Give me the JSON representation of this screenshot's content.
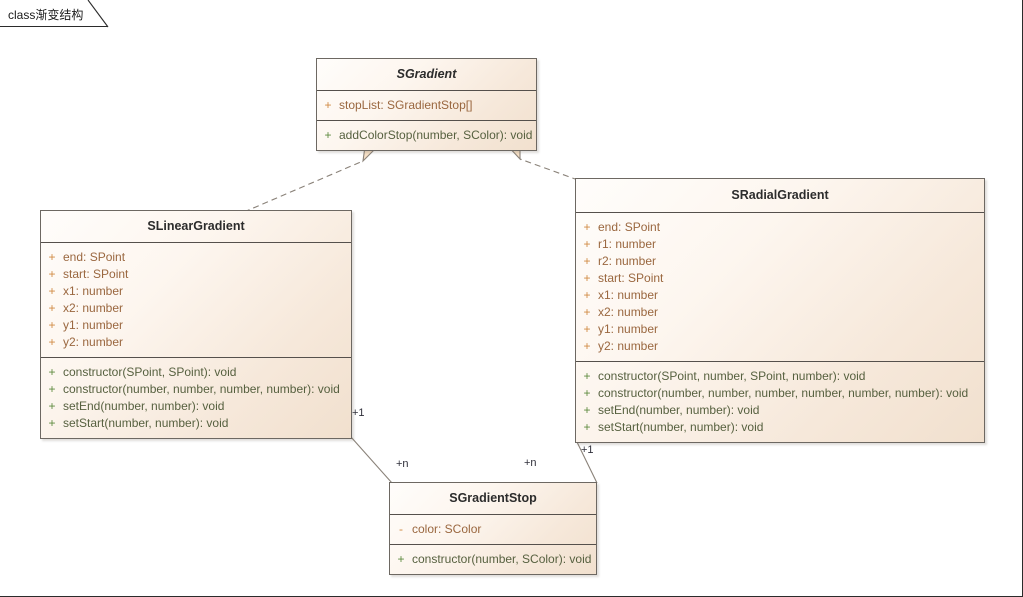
{
  "diagram": {
    "tab_label": "class渐变结构",
    "tab_prefix": "class",
    "tab_name": "渐变结构",
    "colors": {
      "box_border": "#6d6862",
      "separator": "#55504c",
      "fill_light": "#fffdfb",
      "fill_dark": "#f1e0ce",
      "title_text": "#2c2c2c",
      "attribute_text": "#9a673f",
      "attribute_visibility": "#d08a43",
      "operation_text": "#56603f",
      "operation_visibility": "#5d8a3e",
      "connector": "#8a8279",
      "multiplicity_text": "#2f2f3a"
    }
  },
  "classes": [
    {
      "id": "sgradient",
      "name": "SGradient",
      "abstract": true,
      "attributes": [
        {
          "visibility": "+",
          "text": "stopList: SGradientStop[]"
        }
      ],
      "operations": [
        {
          "visibility": "+",
          "text": "addColorStop(number, SColor): void"
        }
      ]
    },
    {
      "id": "slineargradient",
      "name": "SLinearGradient",
      "abstract": false,
      "attributes": [
        {
          "visibility": "+",
          "text": "end: SPoint"
        },
        {
          "visibility": "+",
          "text": "start: SPoint"
        },
        {
          "visibility": "+",
          "text": "x1: number"
        },
        {
          "visibility": "+",
          "text": "x2: number"
        },
        {
          "visibility": "+",
          "text": "y1: number"
        },
        {
          "visibility": "+",
          "text": "y2: number"
        }
      ],
      "operations": [
        {
          "visibility": "+",
          "text": "constructor(SPoint, SPoint): void"
        },
        {
          "visibility": "+",
          "text": "constructor(number, number, number, number): void"
        },
        {
          "visibility": "+",
          "text": "setEnd(number, number): void"
        },
        {
          "visibility": "+",
          "text": "setStart(number, number): void"
        }
      ]
    },
    {
      "id": "sradialgradient",
      "name": "SRadialGradient",
      "abstract": false,
      "attributes": [
        {
          "visibility": "+",
          "text": "end: SPoint"
        },
        {
          "visibility": "+",
          "text": "r1: number"
        },
        {
          "visibility": "+",
          "text": "r2: number"
        },
        {
          "visibility": "+",
          "text": "start: SPoint"
        },
        {
          "visibility": "+",
          "text": "x1: number"
        },
        {
          "visibility": "+",
          "text": "x2: number"
        },
        {
          "visibility": "+",
          "text": "y1: number"
        },
        {
          "visibility": "+",
          "text": "y2: number"
        }
      ],
      "operations": [
        {
          "visibility": "+",
          "text": "constructor(SPoint, number, SPoint, number): void"
        },
        {
          "visibility": "+",
          "text": "constructor(number, number, number, number, number, number): void"
        },
        {
          "visibility": "+",
          "text": "setEnd(number, number): void"
        },
        {
          "visibility": "+",
          "text": "setStart(number, number): void"
        }
      ]
    },
    {
      "id": "sgradientstop",
      "name": "SGradientStop",
      "abstract": false,
      "attributes": [
        {
          "visibility": "-",
          "text": "color: SColor"
        }
      ],
      "operations": [
        {
          "visibility": "+",
          "text": "constructor(number, SColor): void"
        }
      ]
    }
  ],
  "relationships": [
    {
      "id": "linear-realizes-gradient",
      "type": "realization",
      "from": "SLinearGradient",
      "to": "SGradient",
      "style": "dashed-hollow-triangle"
    },
    {
      "id": "radial-realizes-gradient",
      "type": "realization",
      "from": "SRadialGradient",
      "to": "SGradient",
      "style": "dashed-hollow-triangle"
    },
    {
      "id": "linear-stops",
      "type": "association",
      "from": "SLinearGradient",
      "to": "SGradientStop",
      "source_multiplicity": "+1",
      "target_multiplicity": "+n"
    },
    {
      "id": "radial-stops",
      "type": "association",
      "from": "SRadialGradient",
      "to": "SGradientStop",
      "source_multiplicity": "+1",
      "target_multiplicity": "+n"
    }
  ],
  "multiplicity_labels": [
    {
      "id": "linear-end",
      "text": "+1"
    },
    {
      "id": "stop-left",
      "text": "+n"
    },
    {
      "id": "stop-right",
      "text": "+n"
    },
    {
      "id": "radial-end",
      "text": "+1"
    }
  ]
}
